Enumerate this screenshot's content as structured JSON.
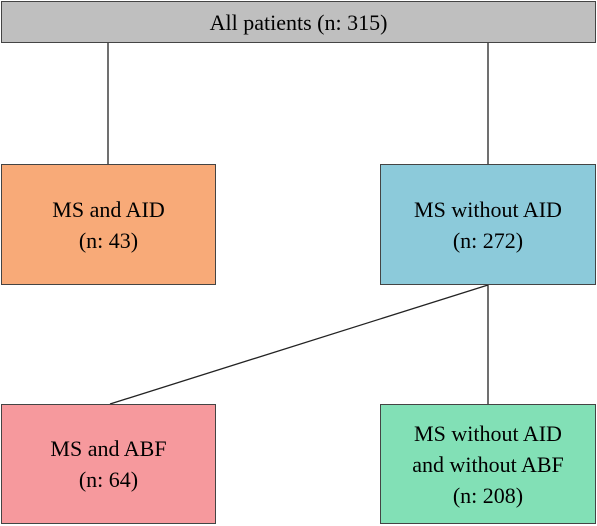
{
  "nodes": {
    "root": {
      "lines": [
        "All patients (n: 315)"
      ],
      "color": "#bfbfbf"
    },
    "ms_aid": {
      "lines": [
        "MS and AID",
        "(n: 43)"
      ],
      "color": "#f8aa78"
    },
    "ms_no_aid": {
      "lines": [
        "MS without AID",
        "(n: 272)"
      ],
      "color": "#8ccada"
    },
    "ms_abf": {
      "lines": [
        "MS and ABF",
        "(n: 64)"
      ],
      "color": "#f6999d"
    },
    "ms_no_aid_no_abf": {
      "lines": [
        "MS without AID",
        "and without ABF",
        "(n: 208)"
      ],
      "color": "#82e0b6"
    }
  },
  "edges": [
    {
      "from": "root",
      "to": "ms_aid"
    },
    {
      "from": "root",
      "to": "ms_no_aid"
    },
    {
      "from": "ms_no_aid",
      "to": "ms_abf"
    },
    {
      "from": "ms_no_aid",
      "to": "ms_no_aid_no_abf"
    }
  ]
}
